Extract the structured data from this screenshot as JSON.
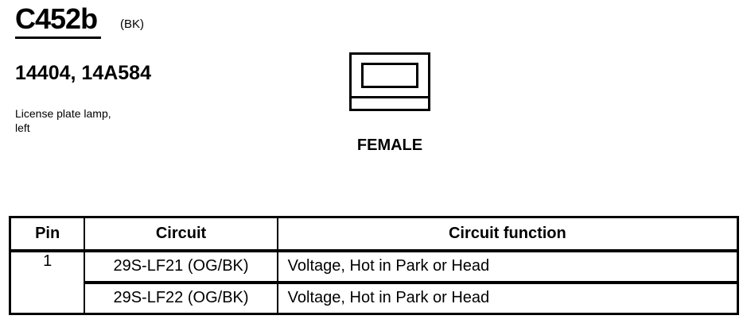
{
  "header": {
    "connector_id": "C452b",
    "connector_color": "(BK)",
    "part_numbers": "14404, 14A584",
    "description_line1": "License plate lamp,",
    "description_line2": "left"
  },
  "connector_view": {
    "gender": "FEMALE"
  },
  "pin_table": {
    "headers": {
      "pin": "Pin",
      "circuit": "Circuit",
      "function": "Circuit function"
    },
    "rows": [
      {
        "pin": "1",
        "circuit": "29S-LF21 (OG/BK)",
        "function": "Voltage, Hot in Park or Head"
      },
      {
        "pin": "",
        "circuit": "29S-LF22 (OG/BK)",
        "function": "Voltage, Hot in Park or Head"
      }
    ]
  }
}
